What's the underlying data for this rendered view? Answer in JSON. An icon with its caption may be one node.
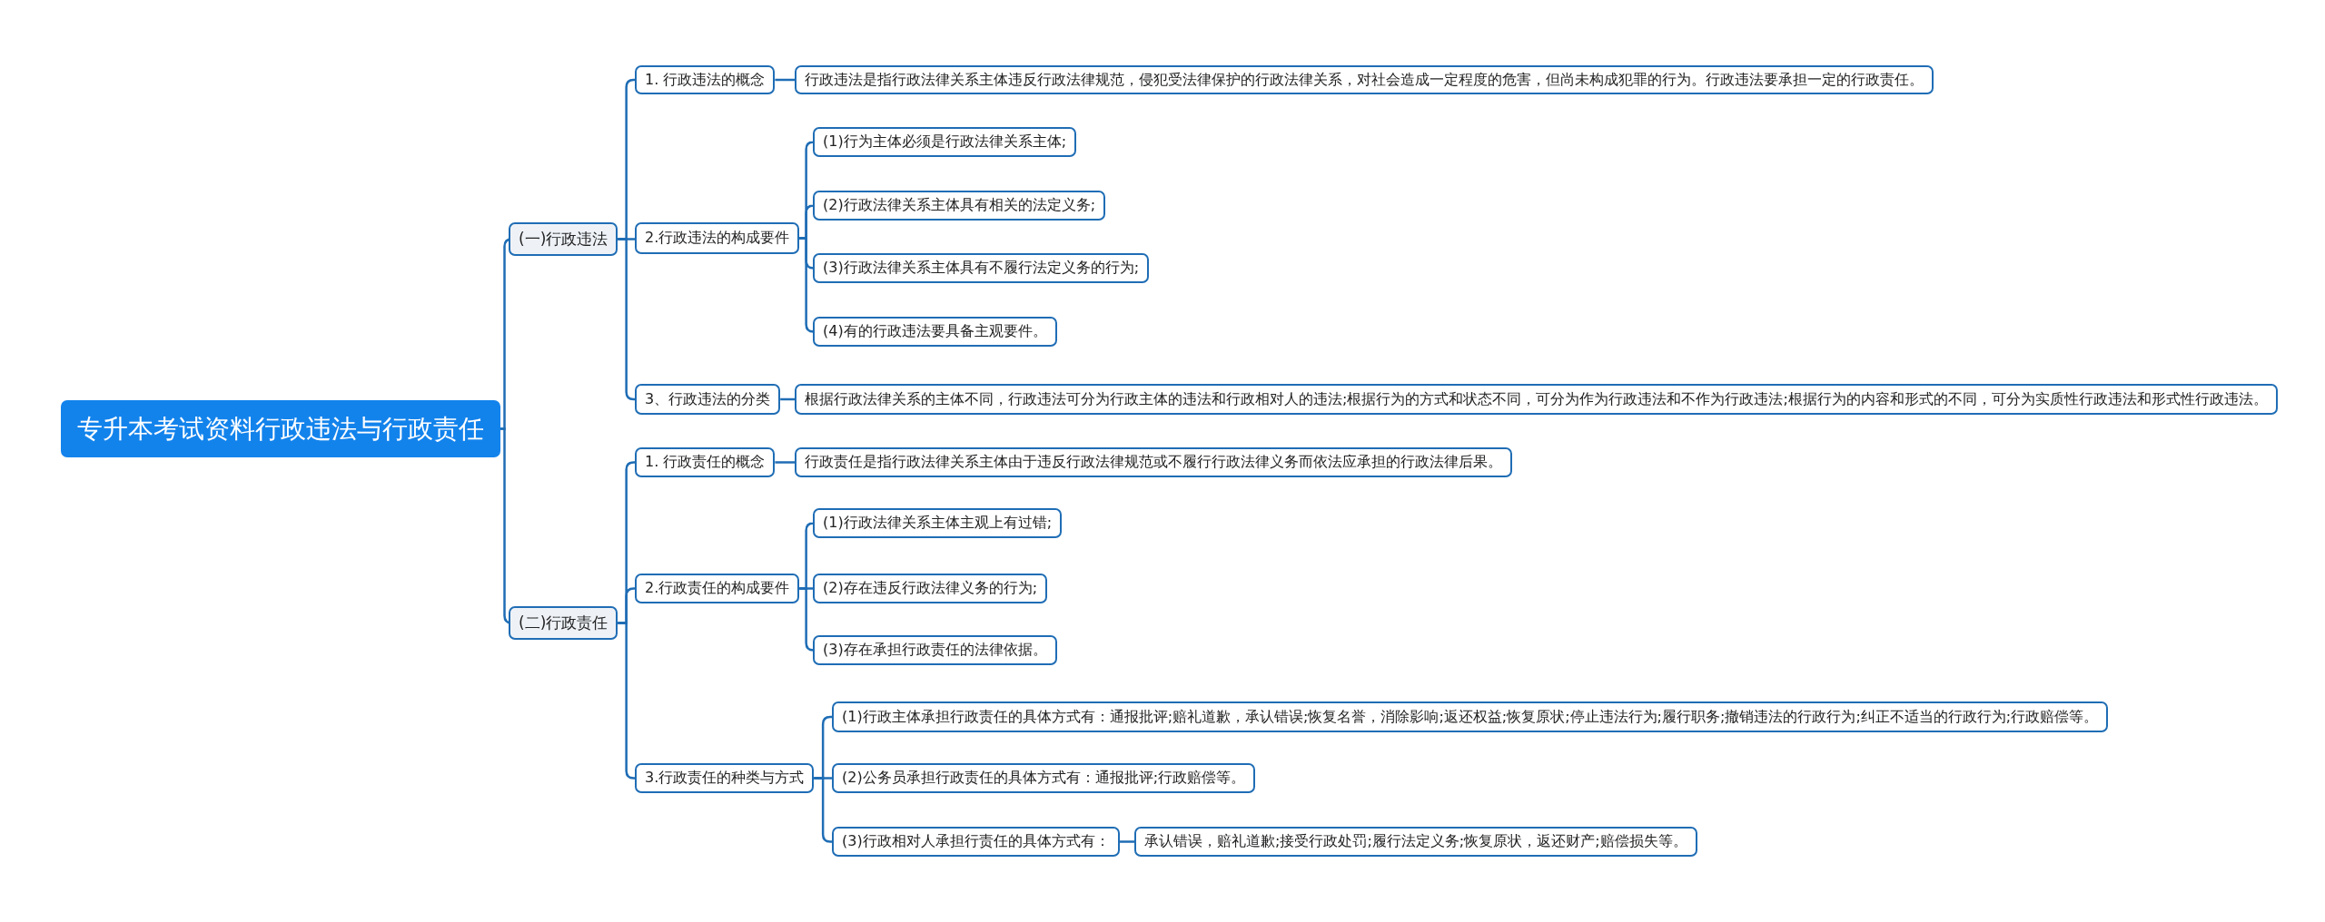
{
  "diagram": {
    "nodes": [
      {
        "text": [
          "专升本考试资料行政违法与行政责任"
        ]
      },
      {
        "text": [
          "(一)行政违法"
        ]
      },
      {
        "text": [
          "1. 行政违法的概念"
        ]
      },
      {
        "text": [
          "行政违法是指行政法律关系主体违反行政法律规范，侵犯受法律保护的行政法律关系，对社会造成一定程度的危害，但尚未构成犯罪的行为。行政违法要承担一定的行政责任。"
        ]
      },
      {
        "text": [
          "2.行政违法的构成要件"
        ]
      },
      {
        "text": [
          "(1)行为主体必须是行政法律关系主体;"
        ]
      },
      {
        "text": [
          "(2)行政法律关系主体具有相关的法定义务;"
        ]
      },
      {
        "text": [
          "(3)行政法律关系主体具有不履行法定义务的行为;"
        ]
      },
      {
        "text": [
          "(4)有的行政违法要具备主观要件。"
        ]
      },
      {
        "text": [
          "3、行政违法的分类"
        ]
      },
      {
        "text": [
          "根据行政法律关系的主体不同，行政违法可分为行政主体的违法和行政相对人的违法;根据行为的方式和状态不同，可分为作为行政违法和不作为行政违法;根据行为的内容和形式的不同，可分为实质性行政违法和形式性行政违法。"
        ]
      },
      {
        "text": [
          "(二)行政责任"
        ]
      },
      {
        "text": [
          "1. 行政责任的概念"
        ]
      },
      {
        "text": [
          "行政责任是指行政法律关系主体由于违反行政法律规范或不履行行政法律义务而依法应承担的行政法律后果。"
        ]
      },
      {
        "text": [
          "2.行政责任的构成要件"
        ]
      },
      {
        "text": [
          "(1)行政法律关系主体主观上有过错;"
        ]
      },
      {
        "text": [
          "(2)存在违反行政法律义务的行为;"
        ]
      },
      {
        "text": [
          "(3)存在承担行政责任的法律依据。"
        ]
      },
      {
        "text": [
          "3.行政责任的种类与方式"
        ]
      },
      {
        "text": [
          "(1)行政主体承担行政责任的具体方式有：通报批评;赔礼道歉，承认错误;恢复名誉，消除影响;返还权益;恢复原状;停止违法行为;履行职务;撤销违法的行政行为;纠正不适当的行政行为;行政赔偿等。"
        ]
      },
      {
        "text": [
          "(2)公务员承担行政责任的具体方式有：通报批评;行政赔偿等。"
        ]
      },
      {
        "text": [
          "(3)行政相对人承担行责任的具体方式有："
        ]
      },
      {
        "text": [
          "承认错误，赔礼道歉;接受行政处罚;履行法定义务;恢复原状，返还财产;赔偿损失等。"
        ]
      }
    ],
    "edges": [
      {
        "from": 0,
        "to": 1,
        "arrow": "none"
      },
      {
        "from": 1,
        "to": 2,
        "arrow": "none"
      },
      {
        "from": 2,
        "to": 3,
        "arrow": "none"
      },
      {
        "from": 1,
        "to": 4,
        "arrow": "none"
      },
      {
        "from": 4,
        "to": 5,
        "arrow": "none"
      },
      {
        "from": 4,
        "to": 6,
        "arrow": "none"
      },
      {
        "from": 4,
        "to": 7,
        "arrow": "none"
      },
      {
        "from": 4,
        "to": 8,
        "arrow": "none"
      },
      {
        "from": 1,
        "to": 9,
        "arrow": "none"
      },
      {
        "from": 9,
        "to": 10,
        "arrow": "none"
      },
      {
        "from": 0,
        "to": 11,
        "arrow": "none"
      },
      {
        "from": 11,
        "to": 12,
        "arrow": "none"
      },
      {
        "from": 12,
        "to": 13,
        "arrow": "none"
      },
      {
        "from": 11,
        "to": 14,
        "arrow": "none"
      },
      {
        "from": 14,
        "to": 15,
        "arrow": "none"
      },
      {
        "from": 14,
        "to": 16,
        "arrow": "none"
      },
      {
        "from": 14,
        "to": 17,
        "arrow": "none"
      },
      {
        "from": 11,
        "to": 18,
        "arrow": "none"
      },
      {
        "from": 18,
        "to": 19,
        "arrow": "none"
      },
      {
        "from": 18,
        "to": 20,
        "arrow": "none"
      },
      {
        "from": 18,
        "to": 21,
        "arrow": "none"
      },
      {
        "from": 21,
        "to": 22,
        "arrow": "none"
      }
    ]
  }
}
